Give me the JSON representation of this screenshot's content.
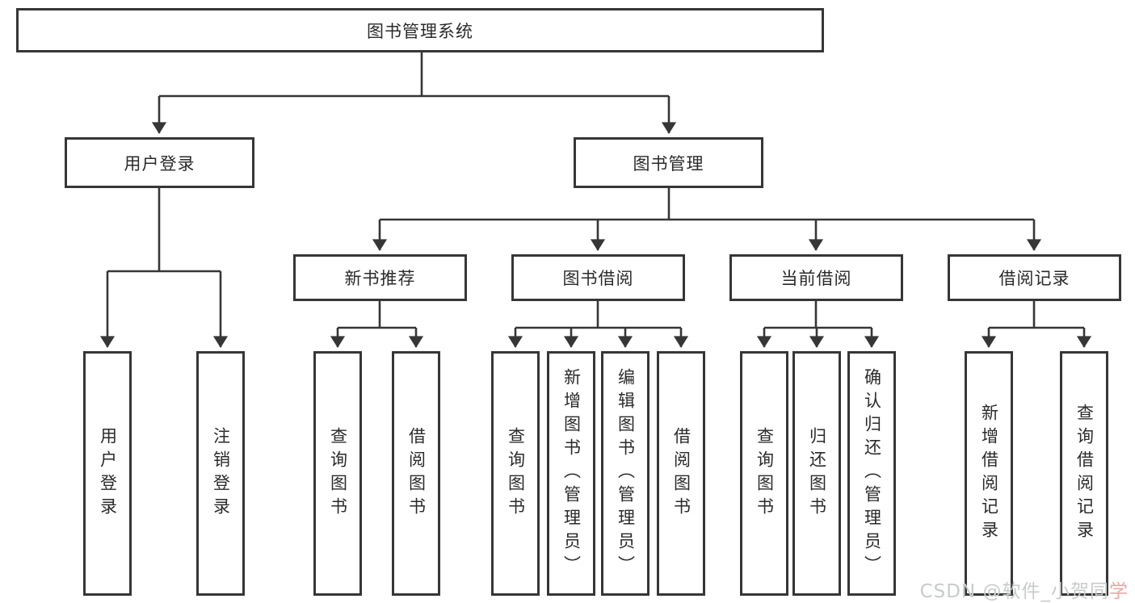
{
  "diagram": {
    "root": {
      "label": "图书管理系统"
    },
    "level2": [
      {
        "label": "用户登录"
      },
      {
        "label": "图书管理"
      }
    ],
    "level3": [
      {
        "label": "新书推荐"
      },
      {
        "label": "图书借阅"
      },
      {
        "label": "当前借阅"
      },
      {
        "label": "借阅记录"
      }
    ],
    "leaves": [
      {
        "label": "用户登录"
      },
      {
        "label": "注销登录"
      },
      {
        "label": "查询图书"
      },
      {
        "label": "借阅图书"
      },
      {
        "label": "查询图书"
      },
      {
        "label": "新增图书（管理员）"
      },
      {
        "label": "编辑图书（管理员）"
      },
      {
        "label": "借阅图书"
      },
      {
        "label": "查询图书"
      },
      {
        "label": "归还图书"
      },
      {
        "label": "确认归还（管理员）"
      },
      {
        "label": "新增借阅记录"
      },
      {
        "label": "查询借阅记录"
      }
    ]
  },
  "watermark": {
    "text_main": "CSDN @软件_小贺同",
    "text_end": "学"
  },
  "colors": {
    "line": "#363636",
    "text": "#2a2a2a",
    "watermark_gray": "#c8cbcb",
    "watermark_pink": "#e5a9a6",
    "background": "#ffffff"
  }
}
